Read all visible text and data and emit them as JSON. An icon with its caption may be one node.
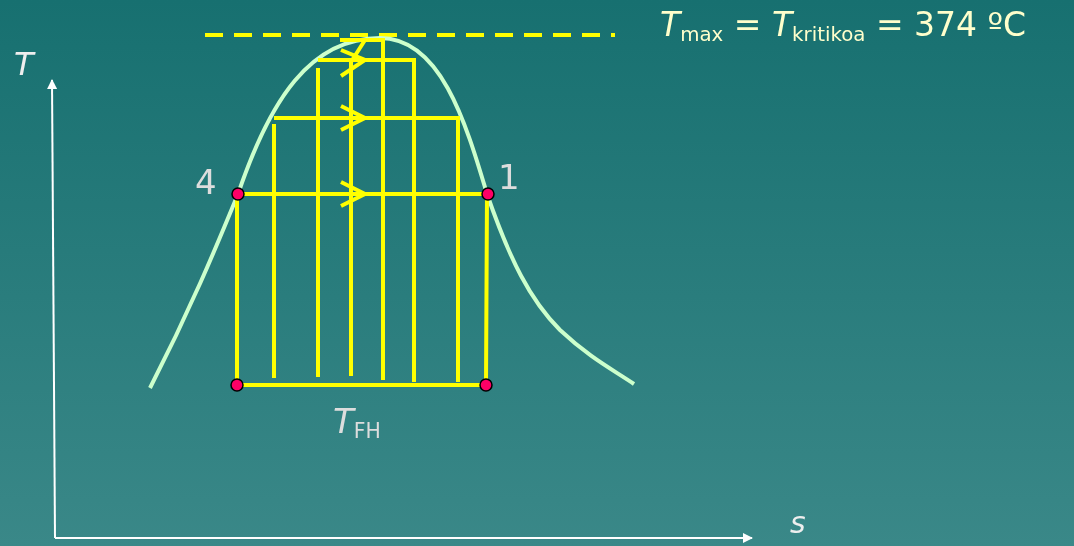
{
  "diagram": {
    "labels": [
      "*T*$_{max}$ = *T*$_{kritikoa}$ = 374 ºC",
      "T",
      "4",
      "1",
      "*T*$_{FH}$",
      "s"
    ]
  }
}
